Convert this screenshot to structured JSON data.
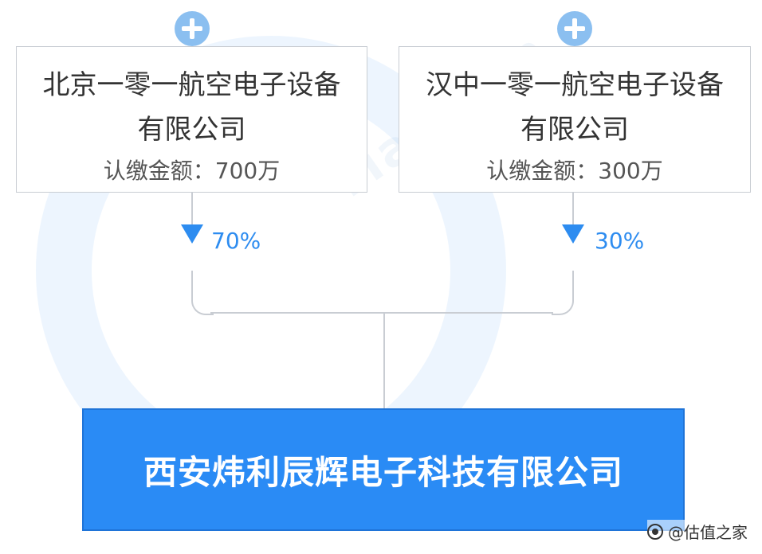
{
  "watermark": {
    "text": "Tian Yan"
  },
  "shareholders": [
    {
      "name": "北京一零一航空电子设备有限公司",
      "amount": "认缴金额：700万",
      "percent": "70%"
    },
    {
      "name": "汉中一零一航空电子设备有限公司",
      "amount": "认缴金额：300万",
      "percent": "30%"
    }
  ],
  "target": {
    "name": "西安炜利辰辉电子科技有限公司"
  },
  "footer": {
    "text": "@估值之家",
    "icon": "toutiao-logo-icon"
  },
  "colors": {
    "accent": "#2a8bf5",
    "plus": "#8bbff0",
    "line": "#c9cdd3"
  }
}
